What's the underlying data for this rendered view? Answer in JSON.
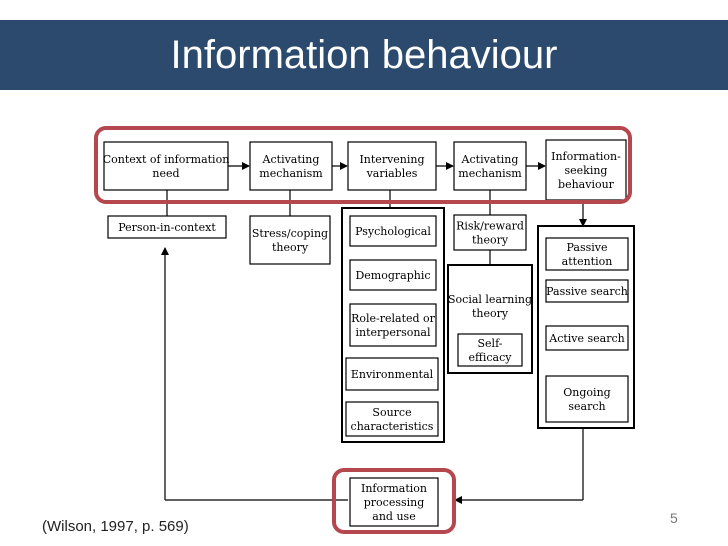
{
  "slide": {
    "title": "Information behaviour",
    "citation": "(Wilson, 1997, p. 569)",
    "page_number": "5",
    "highlight_color": "#b5484f",
    "title_bar_color": "#2b4a6e"
  },
  "diagram": {
    "top_row": [
      [
        "Context of information",
        "need"
      ],
      [
        "Activating",
        "mechanism"
      ],
      [
        "Intervening",
        "variables"
      ],
      [
        "Activating",
        "mechanism"
      ],
      [
        "Information-",
        "seeking",
        "behaviour"
      ]
    ],
    "person_in_context": [
      "Person-in-context"
    ],
    "stress_coping": [
      "Stress/coping",
      "theory"
    ],
    "intervening_variables": [
      [
        "Psychological"
      ],
      [
        "Demographic"
      ],
      [
        "Role-related or",
        "interpersonal"
      ],
      [
        "Environmental"
      ],
      [
        "Source",
        "characteristics"
      ]
    ],
    "risk_reward": [
      "Risk/reward",
      "theory"
    ],
    "social_learning": [
      "Social learning",
      "theory"
    ],
    "self_efficacy": [
      "Self-",
      "efficacy"
    ],
    "search_modes": [
      [
        "Passive",
        "attention"
      ],
      [
        "Passive search"
      ],
      [
        "Active search"
      ],
      [
        "Ongoing",
        "search"
      ]
    ],
    "information_processing": [
      "Information",
      "processing",
      "and use"
    ]
  }
}
